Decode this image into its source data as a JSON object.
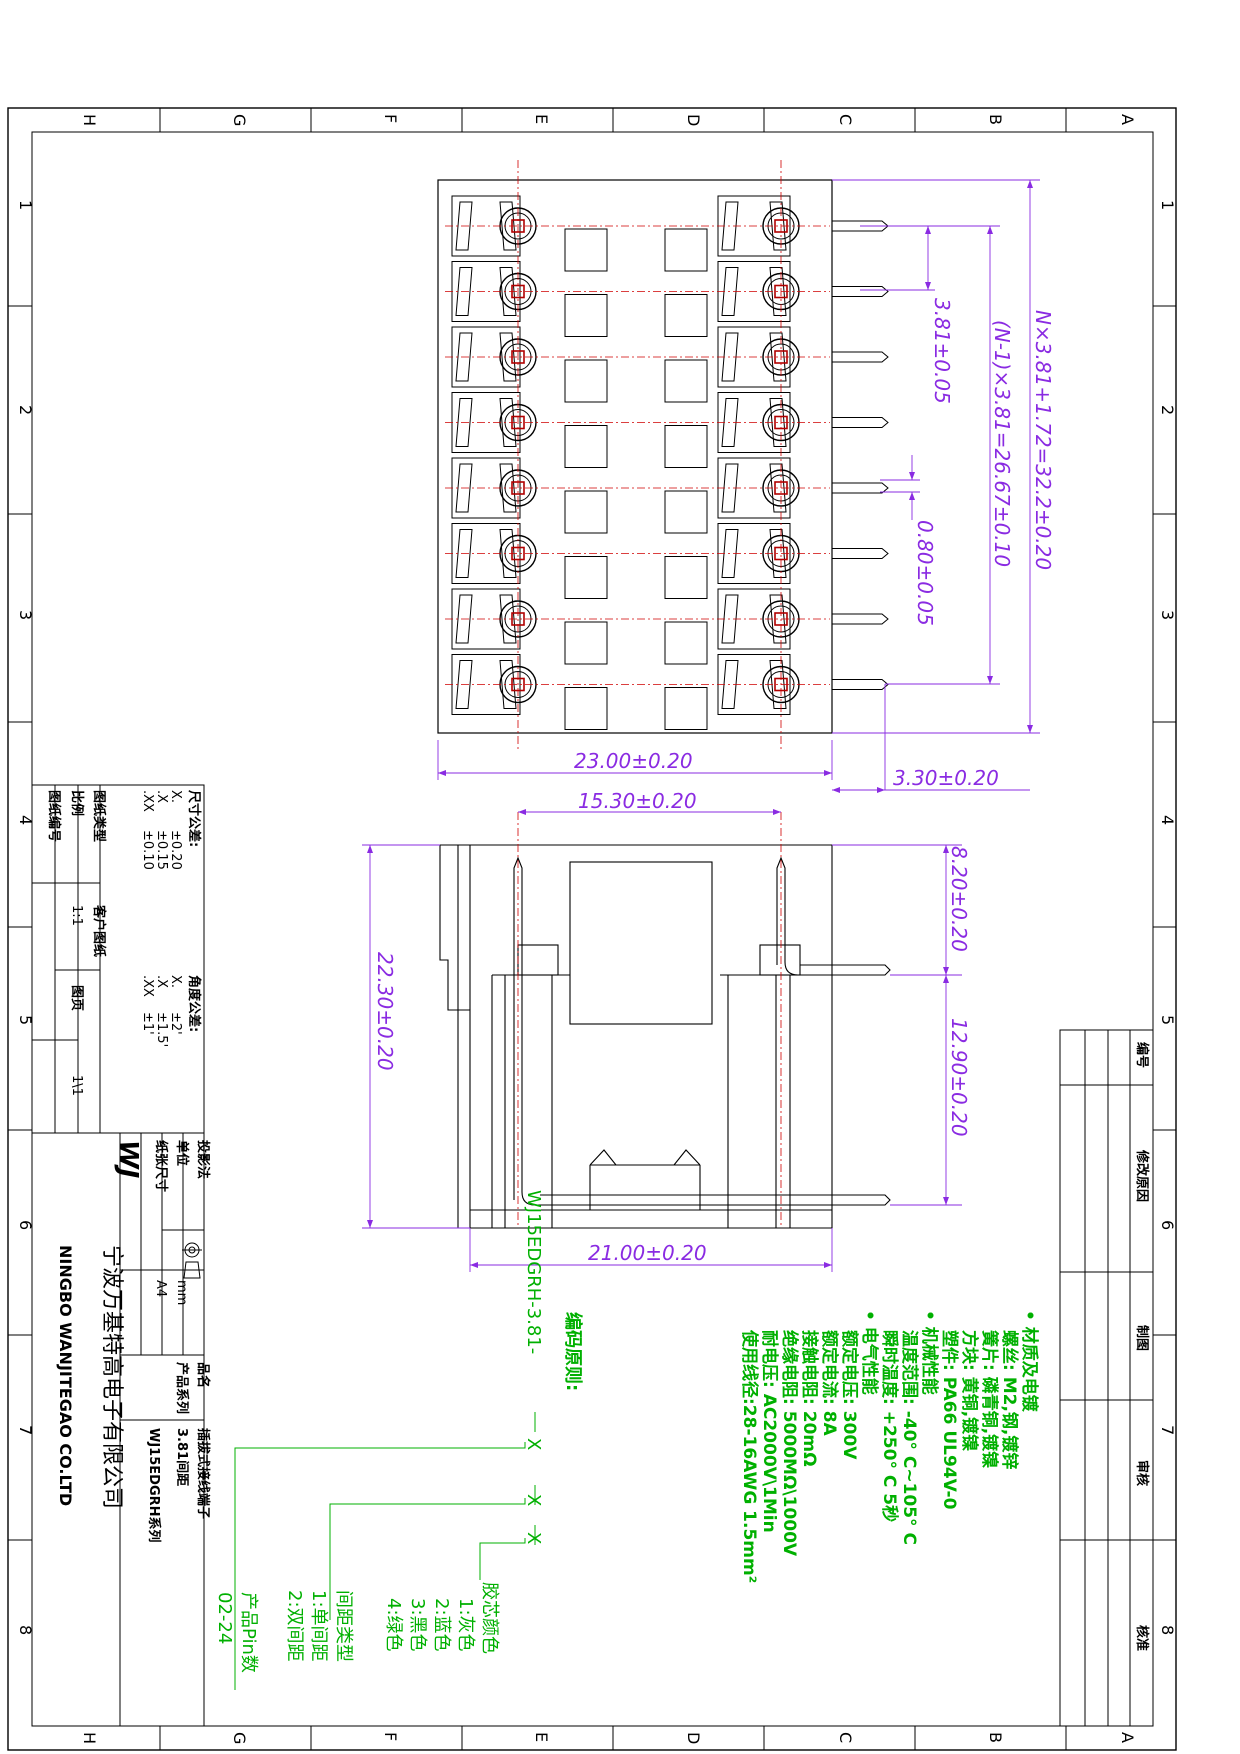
{
  "border": {
    "cols": [
      "A",
      "B",
      "C",
      "D",
      "E",
      "F",
      "G",
      "H"
    ],
    "rows": [
      "1",
      "2",
      "3",
      "4",
      "5",
      "6",
      "7",
      "8"
    ]
  },
  "dimensions": {
    "pitch": "3.81±0.05",
    "total_length": "N×3.81+1.72=32.2±0.20",
    "pitch_span": "(N-1)×3.81=26.67±0.10",
    "pin_size": "0.80±0.05",
    "pin_offset": "3.30±0.20",
    "body_depth": "23.00±0.20",
    "pin_row_gap": "15.30±0.20",
    "height": "22.30±0.20",
    "pin_top": "8.20±0.20",
    "pin_bottom": "12.90±0.20",
    "base_width": "21.00±0.20"
  },
  "specs": {
    "material_header": "• 材质及电镀",
    "screw": "螺丝: M2,钢,镀锌",
    "spring": "簧片: 磷青铜,镀镍",
    "block": "方块: 黄铜,镀镍",
    "plastic": "塑件: PA66 UL94V-0",
    "mech_header": "• 机械性能",
    "temp_range": "温度范围: -40° C~105° C",
    "instant_temp": "瞬时温度: +250° C 5秒",
    "elec_header": "• 电气性能",
    "rated_voltage": "额定电压: 300V",
    "rated_current": "额定电流: 8A",
    "contact_res": "接触电阻: 20mΩ",
    "insulation_res": "绝缘电阻: 5000MΩ\\1000V",
    "withstand": "耐电压: AC2000V\\1Min",
    "wire_range": "使用线径:28-16AWG 1.5mm²"
  },
  "coding": {
    "title": "编码原则:",
    "part_code": "WJ15EDGRH-3.81-",
    "x1": "X",
    "x2": "X",
    "x3": "X",
    "color_title": "胶芯颜色",
    "color_opts": [
      "1:灰色",
      "2:蓝色",
      "3:黑色",
      "4:绿色"
    ],
    "pitch_title": "间距类型",
    "pitch_opts": [
      "1:单间距",
      "2:双间距"
    ],
    "pin_title": "产品Pin数",
    "pin_range": "02-24"
  },
  "title_block": {
    "tol_title": "尺寸公差:",
    "tol_x": "X.",
    "tol_x_val": "±0.20",
    "tol_xx": ".X",
    "tol_xx_val": "±0.15",
    "tol_xxx": ".XX",
    "tol_xxx_val": "±0.10",
    "ang_title": "角度公差:",
    "ang_x": "X.",
    "ang_x_val": "±2'",
    "ang_xx": ".X",
    "ang_xx_val": "±1.5'",
    "ang_xxx": ".XX",
    "ang_xxx_val": "±1'",
    "drawing_type": "图纸类型",
    "customer": "客户图纸",
    "scale": "比例",
    "scale_val": "1:1",
    "sheet": "图页",
    "sheet_val": "1\\1",
    "drawing_no": "图纸编号",
    "projection": "投影法",
    "unit": "单位",
    "unit_val": "mm",
    "paper": "纸张尺寸",
    "paper_val": "A4",
    "product_name": "品名",
    "product_name_val": "插拔式接线端子",
    "series": "产品系列",
    "series_val": "3.81间距",
    "series_code": "WJ15EDGRH系列",
    "logo": "WJ",
    "company_cn": "宁波万基特高电子有限公司",
    "company_en": "NINGBO WANJITEGAO CO.LTD"
  },
  "revision": {
    "no": "编号",
    "reason": "修改原因",
    "drawn": "制图",
    "checked": "审核",
    "approved": "核准"
  }
}
